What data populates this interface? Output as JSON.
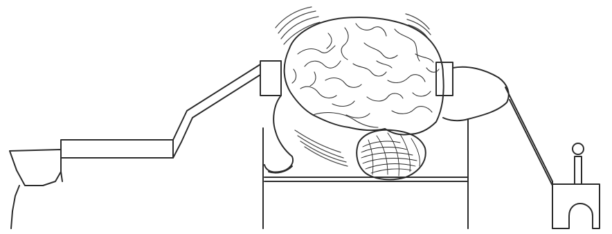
{
  "figure": {
    "colors": {
      "line": "#2b2b2b",
      "background": "#ffffff"
    },
    "parts": [
      "left-bowl",
      "left-rod",
      "left-arm",
      "left-clamp-pad",
      "brain",
      "cerebellum",
      "right-clamp-pad",
      "right-arm",
      "pedestal-table",
      "right-crank-fixture"
    ]
  }
}
